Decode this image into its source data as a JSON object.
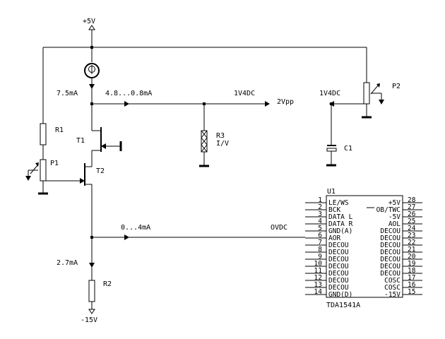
{
  "supply": {
    "pos": "+5V",
    "neg": "-15V"
  },
  "labels": {
    "i_top": "7.5mA",
    "i_range": "4.8...0.8mA",
    "v_node": "1V4DC",
    "v_out": "2Vpp",
    "v_node_right": "1V4DC",
    "i_bottom_range": "0...4mA",
    "i_r2": "2.7mA",
    "v_ovdc": "OVDC"
  },
  "components": {
    "r1": "R1",
    "p1": "P1",
    "t1": "T1",
    "t2": "T2",
    "r3": "R3",
    "r3_note": "I/V",
    "c1": "C1",
    "p2": "P2",
    "r2": "R2"
  },
  "ic": {
    "ref": "U1",
    "part": "TDA1541A",
    "left_pins": [
      {
        "num": "1",
        "name": "LE/WS"
      },
      {
        "num": "2",
        "name": "BCK"
      },
      {
        "num": "3",
        "name": "DATA L"
      },
      {
        "num": "4",
        "name": "DATA R"
      },
      {
        "num": "5",
        "name": "GND(A)"
      },
      {
        "num": "6",
        "name": "AOR"
      },
      {
        "num": "7",
        "name": "DECOU"
      },
      {
        "num": "8",
        "name": "DECOU"
      },
      {
        "num": "9",
        "name": "DECOU"
      },
      {
        "num": "10",
        "name": "DECOU"
      },
      {
        "num": "11",
        "name": "DECOU"
      },
      {
        "num": "12",
        "name": "DECOU"
      },
      {
        "num": "13",
        "name": "DECOU"
      },
      {
        "num": "14",
        "name": "GND(D)"
      }
    ],
    "right_pins": [
      {
        "num": "28",
        "name": "+5V"
      },
      {
        "num": "27",
        "name": "OB/TWC"
      },
      {
        "num": "26",
        "name": "-5V"
      },
      {
        "num": "25",
        "name": "AOL"
      },
      {
        "num": "24",
        "name": "DECOU"
      },
      {
        "num": "23",
        "name": "DECOU"
      },
      {
        "num": "22",
        "name": "DECOU"
      },
      {
        "num": "21",
        "name": "DECOU"
      },
      {
        "num": "20",
        "name": "DECOU"
      },
      {
        "num": "19",
        "name": "DECOU"
      },
      {
        "num": "18",
        "name": "DECOU"
      },
      {
        "num": "17",
        "name": "COSC"
      },
      {
        "num": "16",
        "name": "COSC"
      },
      {
        "num": "15",
        "name": "-15V"
      }
    ]
  }
}
